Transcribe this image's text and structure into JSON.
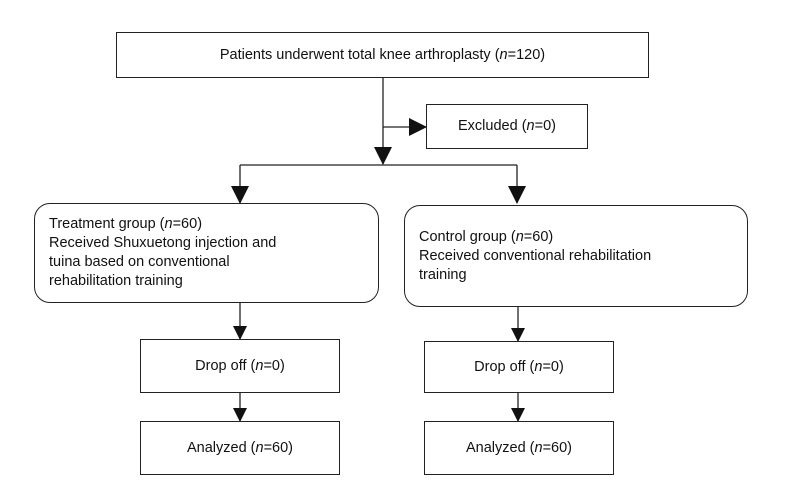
{
  "flowchart": {
    "top": {
      "pre": "Patients underwent total knee arthroplasty (",
      "var": "n",
      "post": "=120)"
    },
    "excluded": {
      "pre": "Excluded (",
      "var": "n",
      "post": "=0)"
    },
    "treatment": {
      "title_pre": "Treatment group (",
      "title_var": "n",
      "title_post": "=60)",
      "line2": "Received Shuxuetong injection and",
      "line3": "tuina based on conventional",
      "line4": "rehabilitation training"
    },
    "control": {
      "title_pre": "Control group (",
      "title_var": "n",
      "title_post": "=60)",
      "line2": "Received conventional rehabilitation",
      "line3": "training"
    },
    "drop_left": {
      "pre": "Drop off (",
      "var": "n",
      "post": "=0)"
    },
    "drop_right": {
      "pre": "Drop off (",
      "var": "n",
      "post": "=0)"
    },
    "analyzed_left": {
      "pre": "Analyzed (",
      "var": "n",
      "post": "=60)"
    },
    "analyzed_right": {
      "pre": "Analyzed (",
      "var": "n",
      "post": "=60)"
    }
  }
}
